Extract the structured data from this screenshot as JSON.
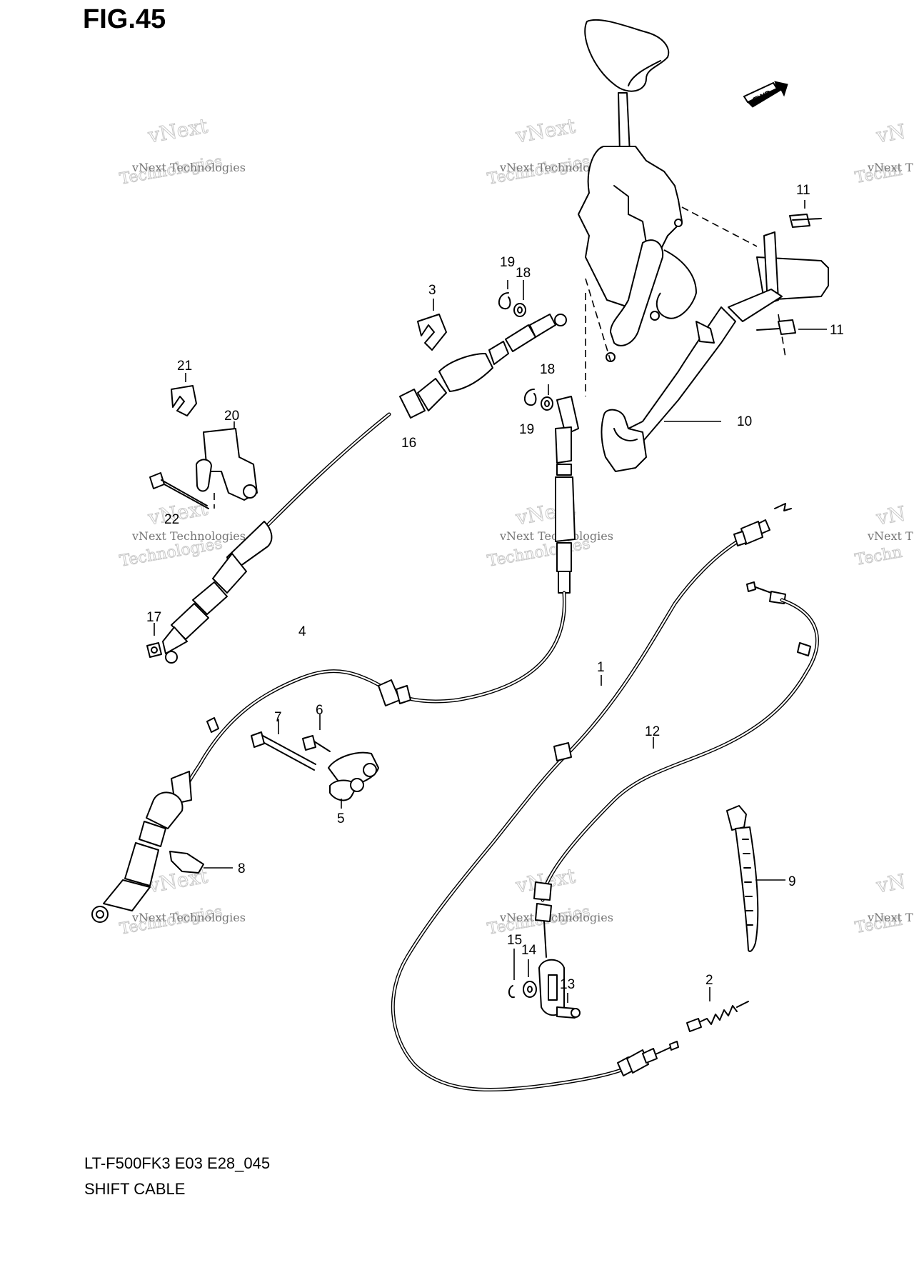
{
  "figure": {
    "title": "FIG.45",
    "model_code": "LT-F500FK3 E03 E28_045",
    "name": "SHIFT CABLE",
    "fwd_label": "FWD"
  },
  "watermark": {
    "line1": "vNext",
    "line2": "vNext Technologies",
    "line3": "Technologies",
    "line1_partial": "vN",
    "line2_partial": "vNext T",
    "line3_partial": "Techn"
  },
  "callouts": {
    "p1": "1",
    "p2": "2",
    "p3": "3",
    "p4": "4",
    "p5": "5",
    "p6": "6",
    "p7": "7",
    "p8": "8",
    "p9": "9",
    "p10": "10",
    "p11a": "11",
    "p11b": "11",
    "p12": "12",
    "p13": "13",
    "p14": "14",
    "p15": "15",
    "p16": "16",
    "p17": "17",
    "p18a": "18",
    "p18b": "18",
    "p19a": "19",
    "p19b": "19",
    "p20": "20",
    "p21": "21",
    "p22": "22"
  }
}
